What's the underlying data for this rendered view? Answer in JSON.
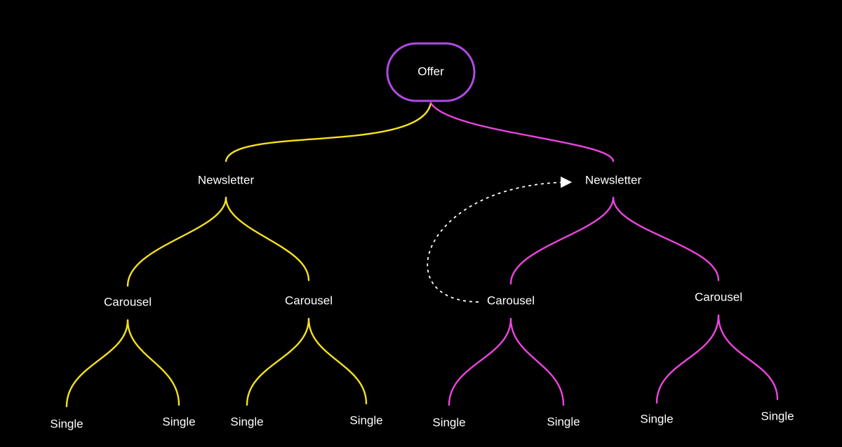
{
  "colors": {
    "background": "#000000",
    "root_border": "#b04ae8",
    "left_branch": "#f5e11d",
    "right_branch": "#ee44e0",
    "text": "#ffffff",
    "loop_arrow": "#ffffff"
  },
  "root": {
    "label": "Offer"
  },
  "left": {
    "label": "Newsletter",
    "children": [
      {
        "label": "Carousel",
        "children": [
          {
            "label": "Single"
          },
          {
            "label": "Single"
          }
        ]
      },
      {
        "label": "Carousel",
        "children": [
          {
            "label": "Single"
          },
          {
            "label": "Single"
          }
        ]
      }
    ]
  },
  "right": {
    "label": "Newsletter",
    "children": [
      {
        "label": "Carousel",
        "children": [
          {
            "label": "Single"
          },
          {
            "label": "Single"
          }
        ]
      },
      {
        "label": "Carousel",
        "children": [
          {
            "label": "Single"
          },
          {
            "label": "Single"
          }
        ]
      }
    ]
  }
}
